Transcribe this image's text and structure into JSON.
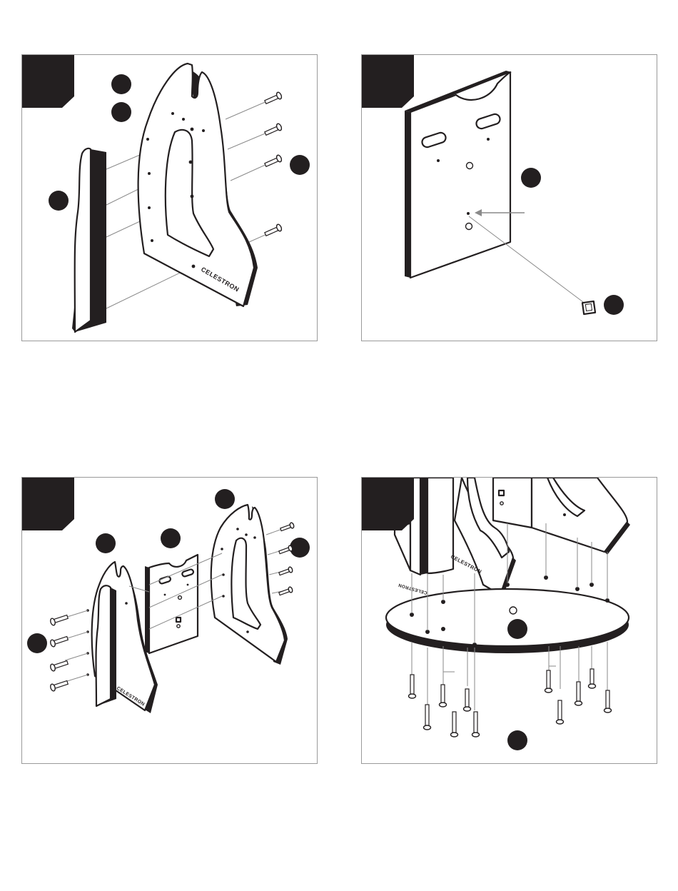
{
  "brand": {
    "logo_text": "CELESTRON"
  },
  "steps": [
    {
      "panel": "top-left"
    },
    {
      "panel": "top-right"
    },
    {
      "panel": "bottom-left"
    },
    {
      "panel": "bottom-right"
    }
  ],
  "icons": {
    "step_tab": "step-number-tab-icon",
    "callout": "part-callout-dot-icon",
    "screw": "screw-icon",
    "bumper": "rubber-bumper-icon"
  },
  "colors": {
    "ink": "#231f20",
    "leader": "#8a8a8a",
    "frame": "#9a9a9a"
  }
}
